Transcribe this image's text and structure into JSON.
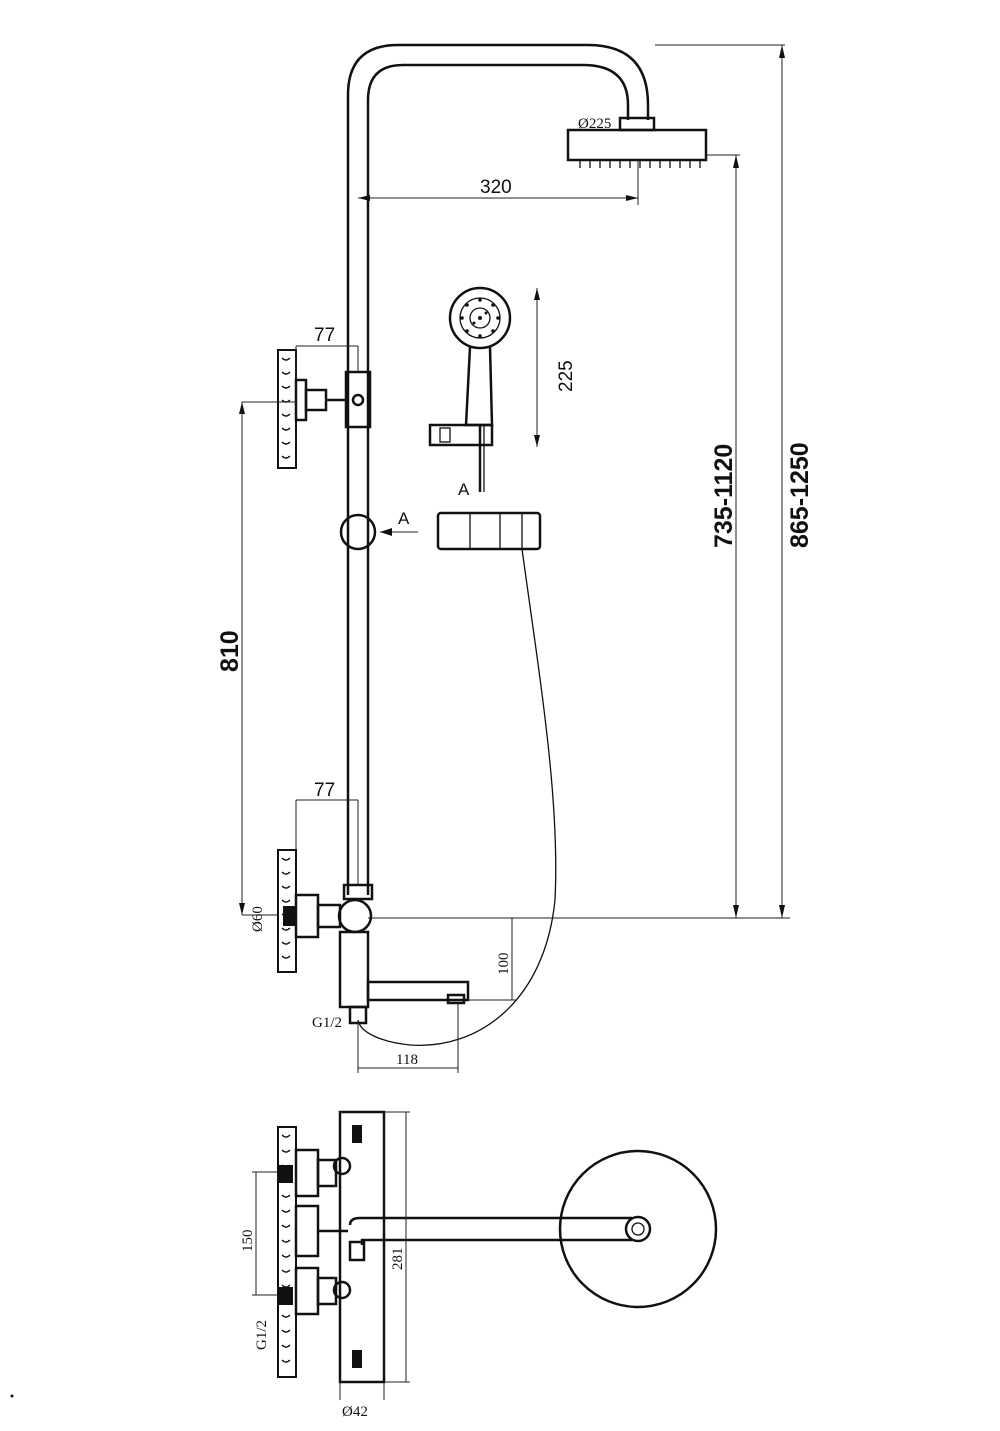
{
  "labels": {
    "head_diameter": "Ø225",
    "arm_reach": "320",
    "hand_shower_length": "225",
    "height_range_head": "735-1120",
    "height_range_total": "865-1250",
    "section_mark_1": "A",
    "section_mark_2": "A",
    "bracket_offset_top": "77",
    "bracket_offset_bottom": "77",
    "bracket_spacing": "810",
    "pipe_diameter_60": "Ø60",
    "spout_height": "100",
    "inlet_thread": "G1/2",
    "spout_reach": "118",
    "plan_centers": "150",
    "plan_body_length": "281",
    "plan_inlet_thread": "G1/2",
    "plan_body_diameter": "Ø42"
  }
}
